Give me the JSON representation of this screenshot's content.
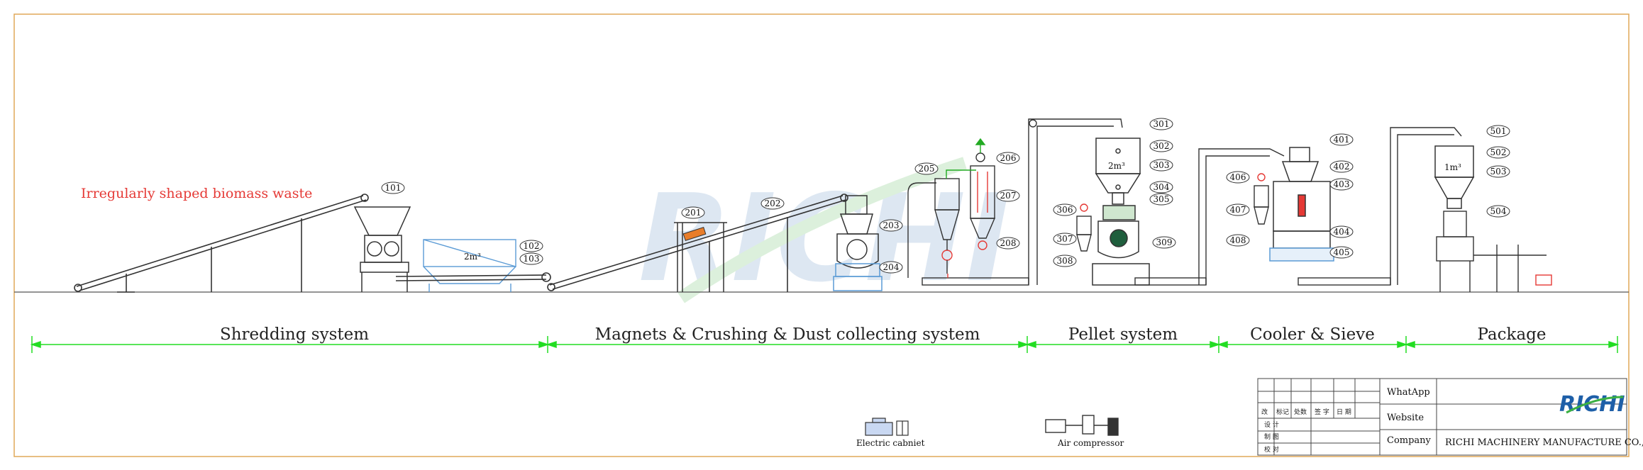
{
  "note_label": "Irregularly shaped biomass waste",
  "sections": [
    {
      "id": "shredding",
      "label": "Shredding system"
    },
    {
      "id": "magnets",
      "label": "Magnets & Crushing & Dust collecting system"
    },
    {
      "id": "pellet",
      "label": "Pellet system"
    },
    {
      "id": "cooler",
      "label": "Cooler & Sieve"
    },
    {
      "id": "package",
      "label": "Package"
    }
  ],
  "bins": {
    "shred_bin": "2m³",
    "pellet_bin": "2m³",
    "package_bin": "1m³"
  },
  "tags": {
    "t101": "101",
    "t102": "102",
    "t103": "103",
    "t201": "201",
    "t202": "202",
    "t203": "203",
    "t204": "204",
    "t205": "205",
    "t206": "206",
    "t207": "207",
    "t208": "208",
    "t301": "301",
    "t302": "302",
    "t303": "303",
    "t304": "304",
    "t305": "305",
    "t306": "306",
    "t307": "307",
    "t308": "308",
    "t309": "309",
    "t401": "401",
    "t402": "402",
    "t403": "403",
    "t404": "404",
    "t405": "405",
    "t406": "406",
    "t407": "407",
    "t408": "408",
    "t501": "501",
    "t502": "502",
    "t503": "503",
    "t504": "504"
  },
  "legend": {
    "cabinet": "Electric cabniet",
    "compressor": "Air compressor"
  },
  "title_block": {
    "whatsapp_label": "WhatApp",
    "website_label": "Website",
    "company_label": "Company",
    "company_value": "RICHI MACHINERY MANUFACTURE CO.,LTD",
    "logo_text": "RICHI",
    "rev_cols": [
      "改",
      "标记",
      "处数",
      "签 字",
      "日 期"
    ],
    "rows": [
      "设 计",
      "制 图",
      "校 对"
    ]
  },
  "colors": {
    "frame": "#e0a858",
    "dimension": "#22dd22",
    "label_red": "#e53935",
    "bin_blue": "#5b9bd5",
    "logo_blue": "#1e5fa8",
    "logo_green": "#3cb043"
  }
}
